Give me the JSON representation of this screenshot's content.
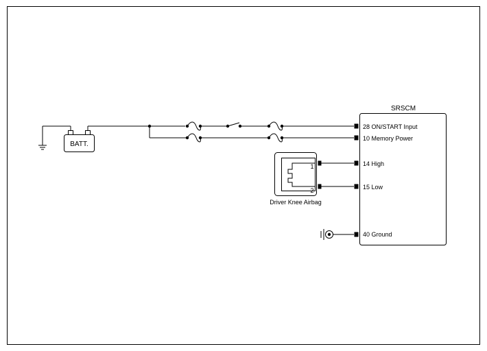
{
  "module": {
    "name": "SRSCM",
    "pins": [
      {
        "number": "28",
        "name": "ON/START Input"
      },
      {
        "number": "10",
        "name": "Memory Power"
      },
      {
        "number": "14",
        "name": "High"
      },
      {
        "number": "15",
        "name": "Low"
      },
      {
        "number": "40",
        "name": "Ground"
      }
    ]
  },
  "battery": {
    "label": "BATT."
  },
  "airbag": {
    "label": "Driver Knee Airbag",
    "pin_1": "1",
    "pin_2": "2"
  }
}
